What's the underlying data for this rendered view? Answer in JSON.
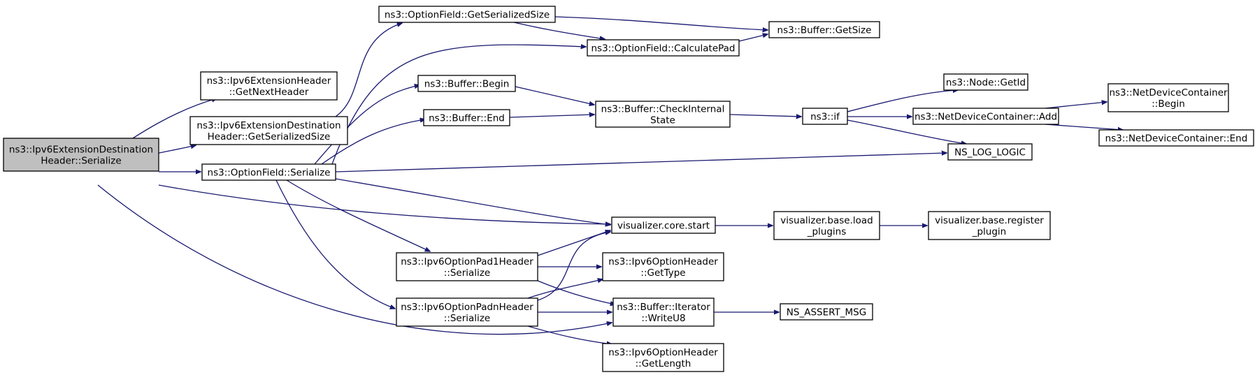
{
  "graph": {
    "edge_color": "#191970",
    "root_fill": "#bfbfbf",
    "nodes": [
      {
        "id": "n0",
        "lines": [
          "ns3::Ipv6ExtensionDestination",
          "Header::Serialize"
        ],
        "root": true
      },
      {
        "id": "n1",
        "lines": [
          "ns3::Ipv6ExtensionHeader",
          "::GetNextHeader"
        ]
      },
      {
        "id": "n2",
        "lines": [
          "ns3::Ipv6ExtensionDestination",
          "Header::GetSerializedSize"
        ]
      },
      {
        "id": "n3",
        "lines": [
          "ns3::OptionField::Serialize"
        ]
      },
      {
        "id": "n4",
        "lines": [
          "ns3::OptionField::GetSerializedSize"
        ]
      },
      {
        "id": "n5",
        "lines": [
          "ns3::OptionField::CalculatePad"
        ]
      },
      {
        "id": "n6",
        "lines": [
          "ns3::Buffer::GetSize"
        ]
      },
      {
        "id": "n7",
        "lines": [
          "ns3::Buffer::Begin"
        ]
      },
      {
        "id": "n8",
        "lines": [
          "ns3::Buffer::End"
        ]
      },
      {
        "id": "n9",
        "lines": [
          "ns3::Buffer::CheckInternal",
          "State"
        ]
      },
      {
        "id": "n10",
        "lines": [
          "ns3::if"
        ]
      },
      {
        "id": "n11",
        "lines": [
          "ns3::Node::GetId"
        ]
      },
      {
        "id": "n12",
        "lines": [
          "ns3::NetDeviceContainer::Add"
        ]
      },
      {
        "id": "n13",
        "lines": [
          "ns3::NetDeviceContainer",
          "::Begin"
        ]
      },
      {
        "id": "n14",
        "lines": [
          "ns3::NetDeviceContainer::End"
        ]
      },
      {
        "id": "n15",
        "lines": [
          "NS_LOG_LOGIC"
        ]
      },
      {
        "id": "n16",
        "lines": [
          "visualizer.core.start"
        ]
      },
      {
        "id": "n17",
        "lines": [
          "visualizer.base.load",
          "_plugins"
        ]
      },
      {
        "id": "n18",
        "lines": [
          "visualizer.base.register",
          "_plugin"
        ]
      },
      {
        "id": "n19",
        "lines": [
          "ns3::Ipv6OptionPad1Header",
          "::Serialize"
        ]
      },
      {
        "id": "n20",
        "lines": [
          "ns3::Ipv6OptionHeader",
          "::GetType"
        ]
      },
      {
        "id": "n21",
        "lines": [
          "ns3::Ipv6OptionPadnHeader",
          "::Serialize"
        ]
      },
      {
        "id": "n22",
        "lines": [
          "ns3::Buffer::Iterator",
          "::WriteU8"
        ]
      },
      {
        "id": "n23",
        "lines": [
          "NS_ASSERT_MSG"
        ]
      },
      {
        "id": "n24",
        "lines": [
          "ns3::Ipv6OptionHeader",
          "::GetLength"
        ]
      }
    ],
    "edges": [
      [
        "n0",
        "n1"
      ],
      [
        "n0",
        "n2"
      ],
      [
        "n0",
        "n3"
      ],
      [
        "n0",
        "n16"
      ],
      [
        "n0",
        "n22"
      ],
      [
        "n2",
        "n4"
      ],
      [
        "n4",
        "n5"
      ],
      [
        "n4",
        "n6"
      ],
      [
        "n5",
        "n6"
      ],
      [
        "n3",
        "n5"
      ],
      [
        "n3",
        "n7"
      ],
      [
        "n3",
        "n8"
      ],
      [
        "n3",
        "n15"
      ],
      [
        "n3",
        "n16"
      ],
      [
        "n3",
        "n19"
      ],
      [
        "n3",
        "n21"
      ],
      [
        "n7",
        "n9"
      ],
      [
        "n8",
        "n9"
      ],
      [
        "n9",
        "n10"
      ],
      [
        "n10",
        "n11"
      ],
      [
        "n10",
        "n12"
      ],
      [
        "n10",
        "n15"
      ],
      [
        "n12",
        "n13"
      ],
      [
        "n12",
        "n14"
      ],
      [
        "n16",
        "n17"
      ],
      [
        "n17",
        "n18"
      ],
      [
        "n19",
        "n16"
      ],
      [
        "n19",
        "n20"
      ],
      [
        "n19",
        "n22"
      ],
      [
        "n21",
        "n16"
      ],
      [
        "n21",
        "n20"
      ],
      [
        "n21",
        "n22"
      ],
      [
        "n21",
        "n24"
      ],
      [
        "n22",
        "n23"
      ]
    ]
  }
}
